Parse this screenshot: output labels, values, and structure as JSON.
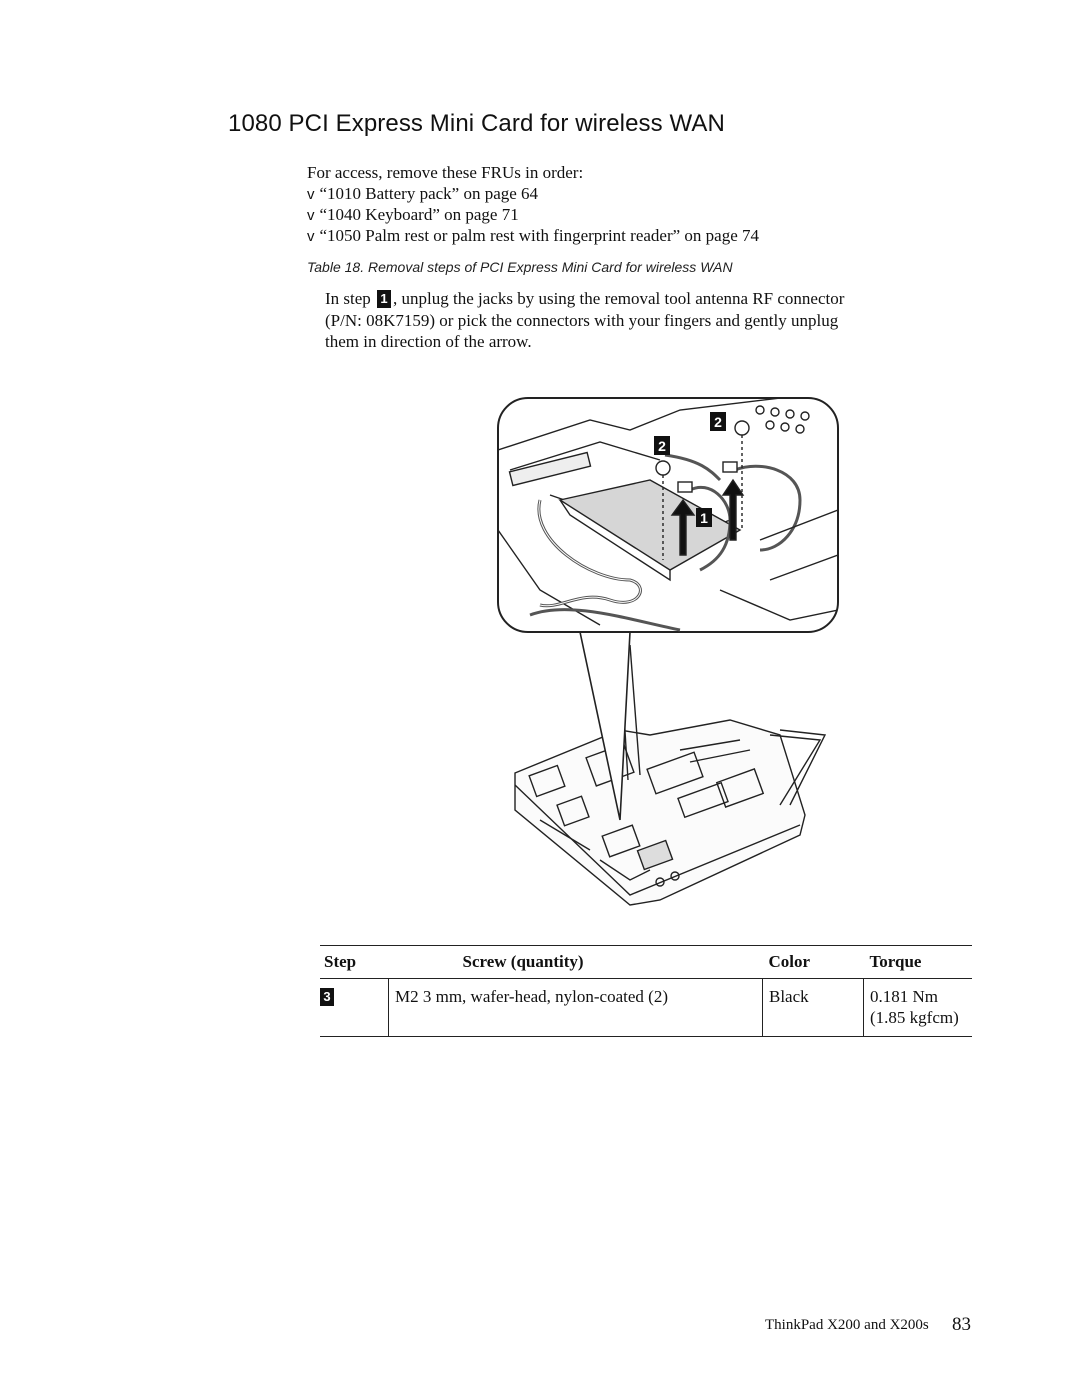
{
  "title": "1080 PCI Express  Mini  Card  for  wireless  WAN",
  "intro": "For access, remove these FRUs in order:",
  "bullet_marker": "v",
  "prereqs": [
    "“1010 Battery pack” on page 64",
    "“1040 Keyboard” on page 71",
    "“1050 Palm rest or palm rest with fingerprint reader” on page 74"
  ],
  "table_caption": "Table 18. Removal steps of PCI Express Mini Card for wireless WAN",
  "instruction": {
    "prefix": "In step",
    "step": "1",
    "line1_rest": ", unplug the jacks by using the removal tool antenna RF connector",
    "line2": "(P/N: 08K7159) or pick the connectors with your fingers and gently unplug",
    "line3": "them in direction of the arrow."
  },
  "figure": {
    "callouts": [
      "2",
      "2",
      "1"
    ]
  },
  "screw_table": {
    "headers": [
      "Step",
      "Screw (quantity)",
      "Color",
      "Torque"
    ],
    "rows": [
      {
        "step": "3",
        "screw": "M2    3 mm, wafer-head, nylon-coated (2)",
        "color": "Black",
        "torque_nm": "0.181 Nm",
        "torque_kgfcm": "(1.85  kgfcm)"
      }
    ]
  },
  "footer": {
    "book": "ThinkPad X200 and X200s",
    "page": "83"
  }
}
